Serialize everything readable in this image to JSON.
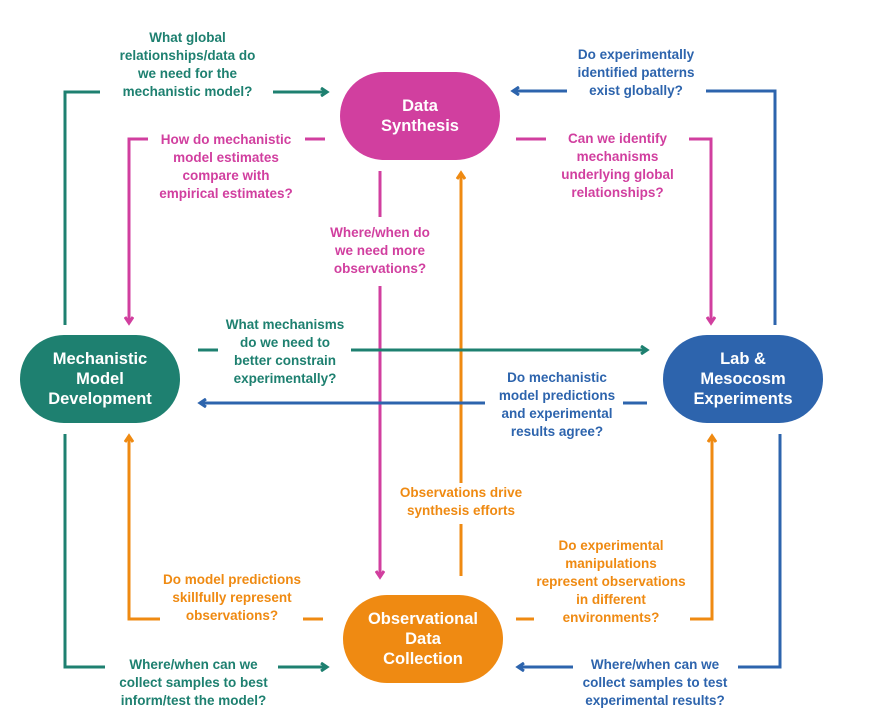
{
  "colors": {
    "mechanistic": "#1e8070",
    "synthesis": "#d13f9f",
    "experiments": "#2d64ad",
    "observational": "#ef8a12"
  },
  "nodes": {
    "data_synthesis": {
      "line1": "Data",
      "line2": "Synthesis"
    },
    "mechanistic_model": {
      "line1": "Mechanistic",
      "line2": "Model",
      "line3": "Development"
    },
    "lab_experiments": {
      "line1": "Lab &",
      "line2": "Mesocosm",
      "line3": "Experiments"
    },
    "observational": {
      "line1": "Observational",
      "line2": "Data",
      "line3": "Collection"
    }
  },
  "questions": {
    "model_to_synthesis": [
      "What global",
      "relationships/data do",
      "we need for the",
      "mechanistic model?"
    ],
    "experiments_to_synthesis": [
      "Do experimentally",
      "identified patterns",
      "exist globally?"
    ],
    "synthesis_to_model": [
      "How do mechanistic",
      "model estimates",
      "compare with",
      "empirical estimates?"
    ],
    "synthesis_to_experiments": [
      "Can we identify",
      "mechanisms",
      "underlying global",
      "relationships?"
    ],
    "synthesis_to_observational": [
      "Where/when do",
      "we need more",
      "observations?"
    ],
    "model_to_experiments": [
      "What mechanisms",
      "do we need to",
      "better constrain",
      "experimentally?"
    ],
    "experiments_to_model": [
      "Do mechanistic",
      "model predictions",
      "and experimental",
      "results agree?"
    ],
    "observational_to_synthesis": [
      "Observations drive",
      "synthesis efforts"
    ],
    "observational_to_model": [
      "Do model predictions",
      "skillfully represent",
      "observations?"
    ],
    "observational_to_experiments": [
      "Do experimental",
      "manipulations",
      "represent observations",
      "in different",
      "environments?"
    ],
    "model_to_observational": [
      "Where/when can we",
      "collect samples to best",
      "inform/test the model?"
    ],
    "experiments_to_observational": [
      "Where/when can we",
      "collect samples to test",
      "experimental results?"
    ]
  }
}
